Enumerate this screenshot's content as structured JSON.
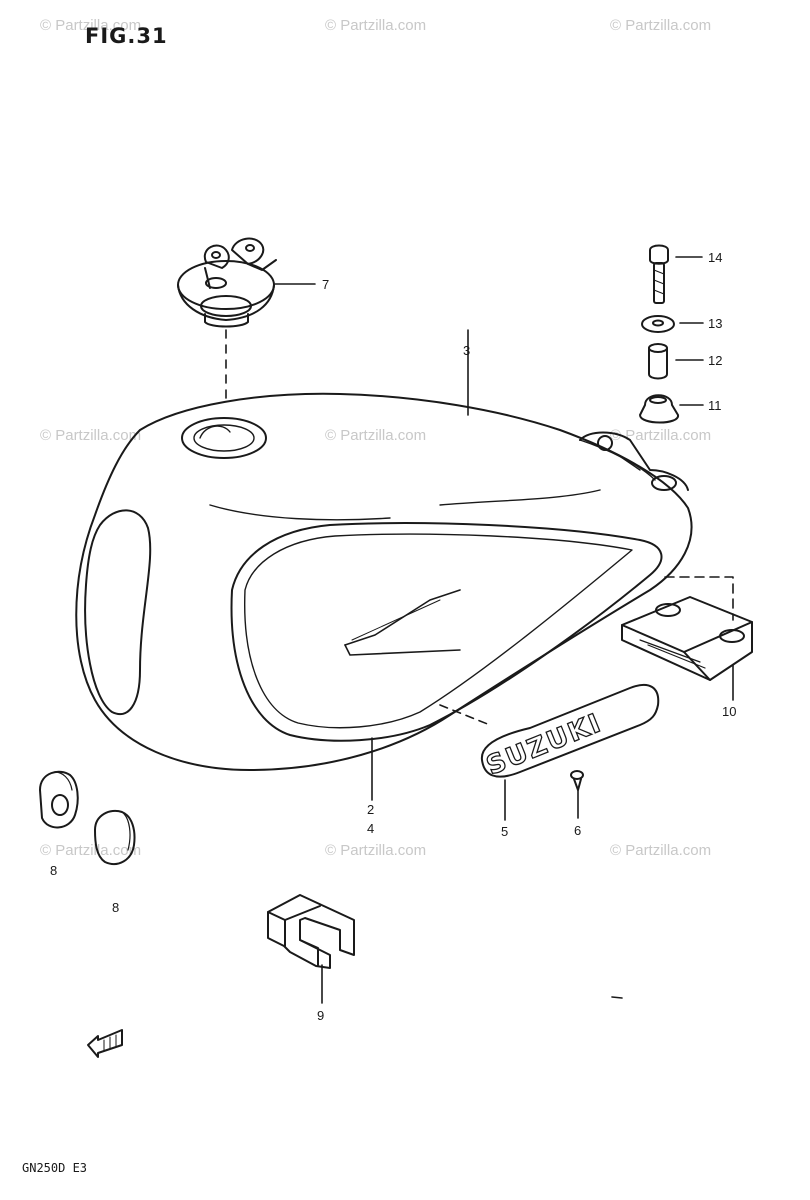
{
  "figure": {
    "title": "FIG.31",
    "model_code": "GN250D E3"
  },
  "watermark": {
    "text": "© Partzilla.com"
  },
  "callouts": [
    {
      "id": "c7",
      "label": "7"
    },
    {
      "id": "c3",
      "label": "3"
    },
    {
      "id": "c14",
      "label": "14"
    },
    {
      "id": "c13",
      "label": "13"
    },
    {
      "id": "c12",
      "label": "12"
    },
    {
      "id": "c11",
      "label": "11"
    },
    {
      "id": "c10",
      "label": "10"
    },
    {
      "id": "c2",
      "label": "2"
    },
    {
      "id": "c4",
      "label": "4"
    },
    {
      "id": "c5",
      "label": "5"
    },
    {
      "id": "c6",
      "label": "6"
    },
    {
      "id": "c8a",
      "label": "8"
    },
    {
      "id": "c8b",
      "label": "8"
    },
    {
      "id": "c9",
      "label": "9"
    }
  ],
  "emblem": {
    "text": "SUZUKI"
  },
  "colors": {
    "ink": "#1a1a1a",
    "watermark": "#c8c8c8"
  }
}
